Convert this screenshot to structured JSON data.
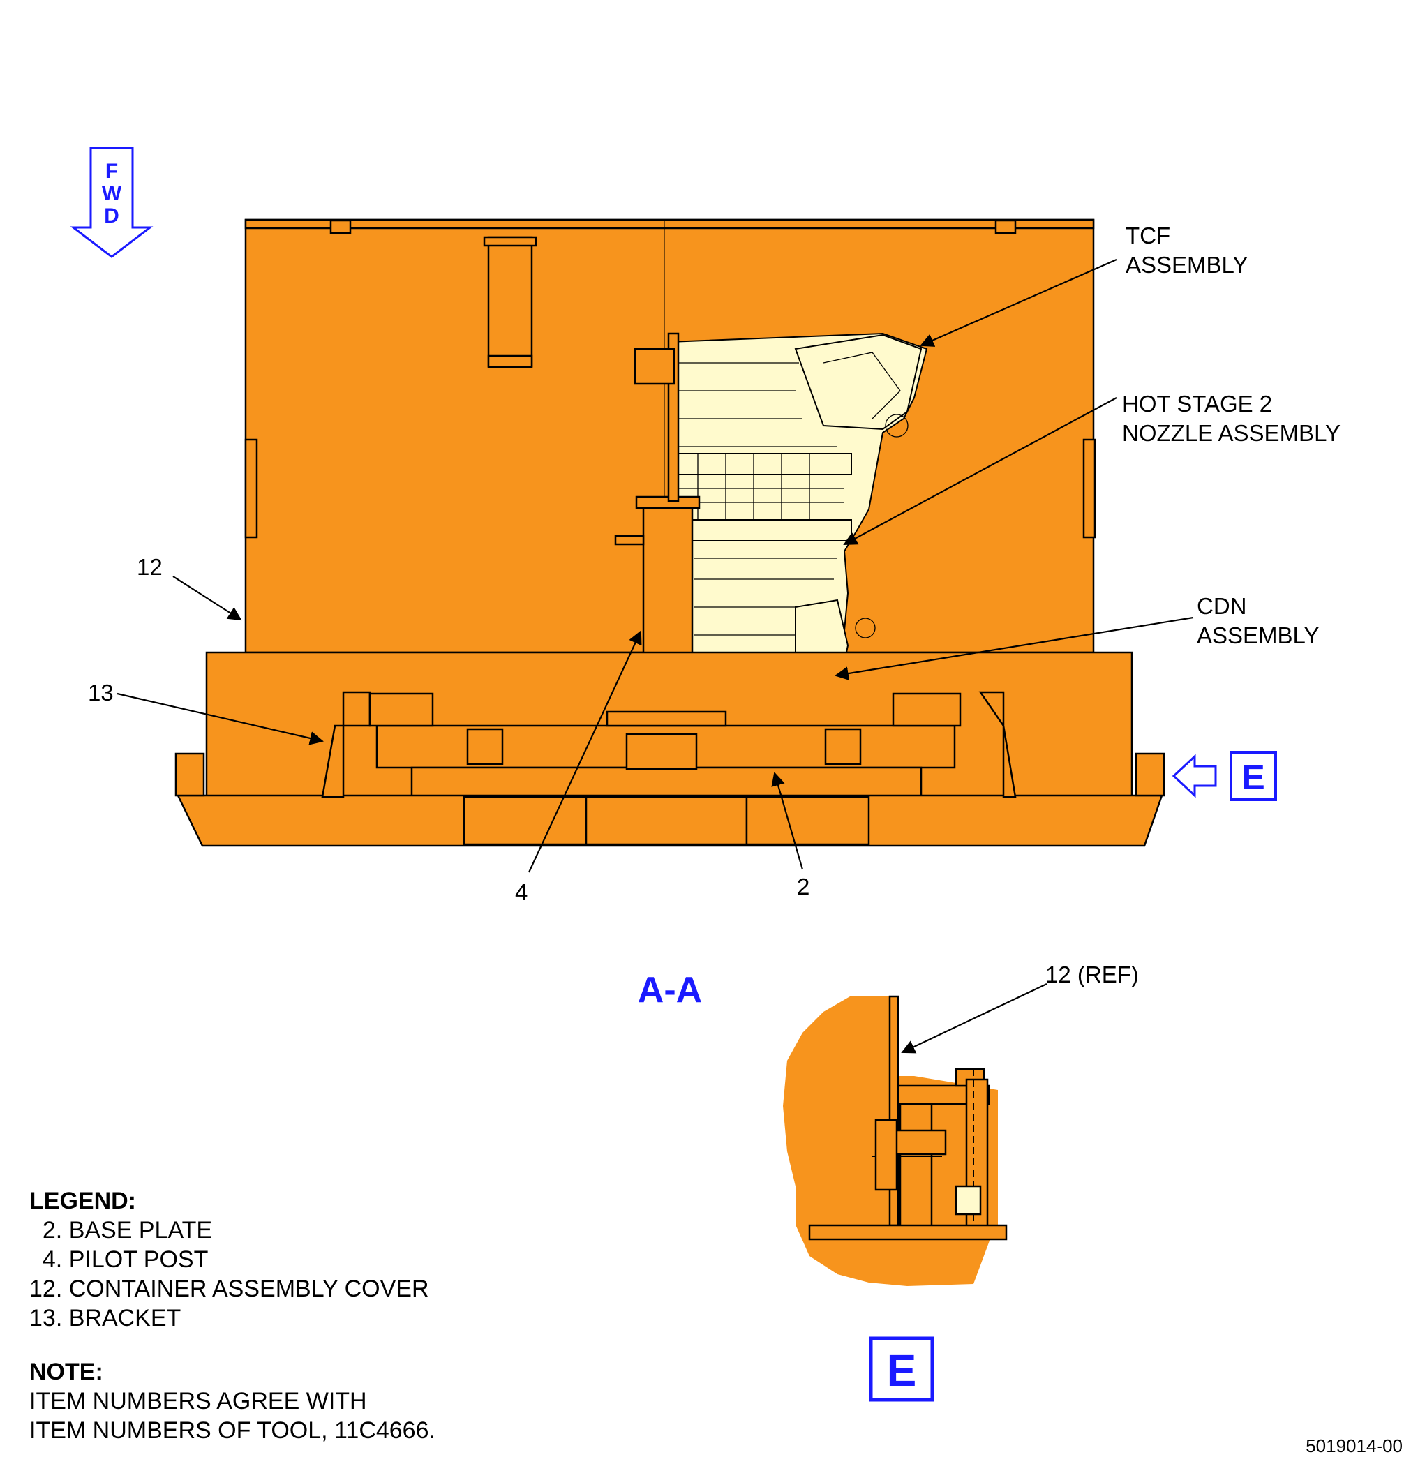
{
  "fwd": {
    "letters": [
      "F",
      "W",
      "D"
    ]
  },
  "callouts": {
    "tcf": [
      "TCF",
      "ASSEMBLY"
    ],
    "hot_stage": [
      "HOT STAGE 2",
      "NOZZLE ASSEMBLY"
    ],
    "cdn": [
      "CDN",
      "ASSEMBLY"
    ],
    "item_12": "12",
    "item_13": "13",
    "item_4": "4",
    "item_2": "2",
    "item_12_ref": "12 (REF)"
  },
  "view_label": "A-A",
  "detail_label": "E",
  "legend": {
    "heading": "LEGEND:",
    "items": [
      "  2. BASE PLATE",
      "  4. PILOT POST",
      "12. CONTAINER ASSEMBLY COVER",
      "13. BRACKET"
    ]
  },
  "note": {
    "heading": "NOTE:",
    "lines": [
      "ITEM NUMBERS AGREE WITH",
      "ITEM NUMBERS OF TOOL, 11C4666."
    ]
  },
  "figure_number": "5019014-00",
  "colors": {
    "container": "#f7941d",
    "engine": "#fffacd",
    "label_blue": "#1a1aff"
  }
}
